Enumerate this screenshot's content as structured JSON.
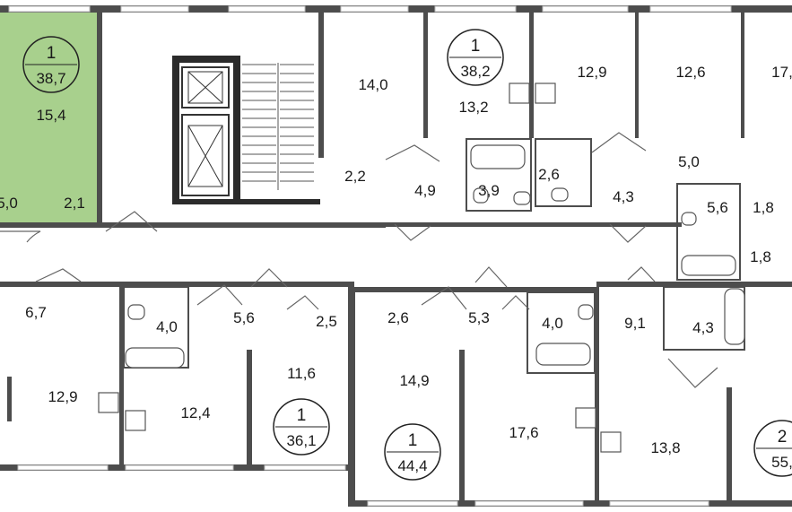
{
  "colors": {
    "highlight": "#a8d08d",
    "wall": "#4d4d4d",
    "window": "#bdbdbd"
  },
  "units": [
    {
      "id": "top-left",
      "number": "1",
      "area": "38,7",
      "highlighted": true
    },
    {
      "id": "top-middle",
      "number": "1",
      "area": "38,2",
      "highlighted": false
    },
    {
      "id": "bottom-a",
      "number": "1",
      "area": "36,1",
      "highlighted": false
    },
    {
      "id": "bottom-b",
      "number": "1",
      "area": "44,4",
      "highlighted": false
    },
    {
      "id": "bottom-right",
      "number": "2",
      "area": "55,",
      "highlighted": false
    }
  ],
  "rooms": {
    "r1": "15,4",
    "r2": "5,0",
    "r3": "2,1",
    "r4": "14,0",
    "r5": "13,2",
    "r6": "12,9",
    "r7": "12,6",
    "r8": "17,",
    "r9": "2,2",
    "r10": "4,9",
    "r11": "3,9",
    "r12": "2,6",
    "r13": "4,3",
    "r14": "5,0",
    "r15": "5,6",
    "r16": "1,8",
    "r17": "1,8",
    "r18": "6,7",
    "r19": "4,0",
    "r20": "5,6",
    "r21": "2,5",
    "r22": "2,6",
    "r23": "5,3",
    "r24": "4,0",
    "r25": "9,1",
    "r26": "4,3",
    "r27": "12,9",
    "r28": "12,4",
    "r29": "11,6",
    "r30": "14,9",
    "r31": "17,6",
    "r32": "13,8"
  }
}
